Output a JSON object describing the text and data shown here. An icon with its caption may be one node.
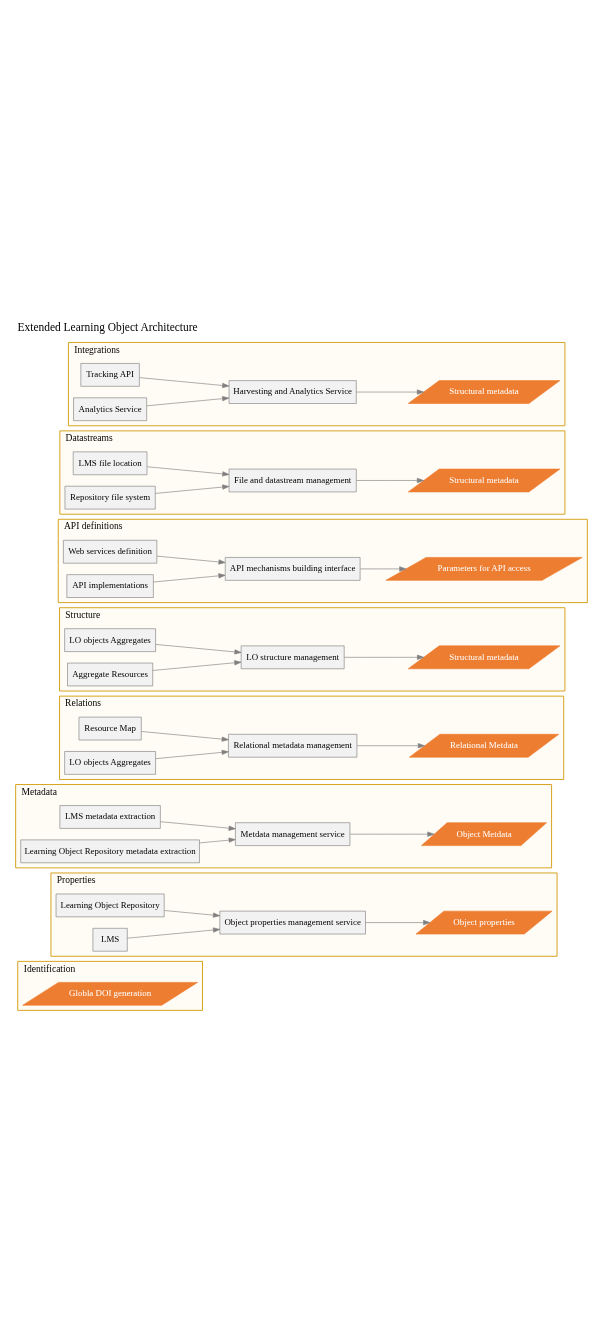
{
  "diagram": {
    "title": "Extended Learning Object Architecture",
    "nodes": [
      {
        "text": [
          "Identification"
        ]
      },
      {
        "text": [
          "Globla DOI generation"
        ],
        "in": 0
      },
      {
        "text": [
          "Properties"
        ]
      },
      {
        "text": [
          "Learning Object Repository"
        ],
        "in": 2
      },
      {
        "text": [
          "LMS"
        ],
        "in": 2
      },
      {
        "text": [
          "Object properties management service"
        ],
        "in": 2
      },
      {
        "text": [
          "Object properties"
        ],
        "in": 2
      },
      {
        "text": [
          "Metadata"
        ]
      },
      {
        "text": [
          "LMS metadata extraction"
        ],
        "in": 7
      },
      {
        "text": [
          "Learning Object Repository metadata extraction"
        ],
        "in": 7
      },
      {
        "text": [
          "Metdata management service"
        ],
        "in": 7
      },
      {
        "text": [
          "Object Metdata"
        ],
        "in": 7
      },
      {
        "text": [
          "Relations"
        ]
      },
      {
        "text": [
          "Resource Map"
        ],
        "in": 12
      },
      {
        "text": [
          "LO objects Aggregates"
        ],
        "in": 12
      },
      {
        "text": [
          "Relational metadata management"
        ],
        "in": 12
      },
      {
        "text": [
          "Relational Metdata"
        ],
        "in": 12
      },
      {
        "text": [
          "Structure"
        ]
      },
      {
        "text": [
          "LO objects Aggregates"
        ],
        "in": 17
      },
      {
        "text": [
          "Aggregate Resources"
        ],
        "in": 17
      },
      {
        "text": [
          "LO structure management"
        ],
        "in": 17
      },
      {
        "text": [
          "Structural metadata"
        ],
        "in": 17
      },
      {
        "text": [
          "API definitions"
        ]
      },
      {
        "text": [
          "Web services definition"
        ],
        "in": 22
      },
      {
        "text": [
          "API implementations"
        ],
        "in": 22
      },
      {
        "text": [
          "API mechanisms building interface"
        ],
        "in": 22
      },
      {
        "text": [
          "Parameters for API access"
        ],
        "in": 22
      },
      {
        "text": [
          "Datastreams"
        ]
      },
      {
        "text": [
          "LMS file location"
        ],
        "in": 27
      },
      {
        "text": [
          "Repository file system"
        ],
        "in": 27
      },
      {
        "text": [
          "File and datastream management"
        ],
        "in": 27
      },
      {
        "text": [
          "Structural metadata"
        ],
        "in": 27
      },
      {
        "text": [
          "Integrations"
        ]
      },
      {
        "text": [
          "Tracking API"
        ],
        "in": 32
      },
      {
        "text": [
          "Analytics Service"
        ],
        "in": 32
      },
      {
        "text": [
          "Harvesting and Analytics Service"
        ],
        "in": 32
      },
      {
        "text": [
          "Structural metadata"
        ],
        "in": 32
      }
    ],
    "edges": [
      {
        "from": 3,
        "to": 5,
        "arrow": "to"
      },
      {
        "from": 4,
        "to": 5,
        "arrow": "to"
      },
      {
        "from": 5,
        "to": 6,
        "arrow": "to"
      },
      {
        "from": 8,
        "to": 10,
        "arrow": "to"
      },
      {
        "from": 9,
        "to": 10,
        "arrow": "to"
      },
      {
        "from": 10,
        "to": 11,
        "arrow": "to"
      },
      {
        "from": 13,
        "to": 15,
        "arrow": "to"
      },
      {
        "from": 14,
        "to": 15,
        "arrow": "to"
      },
      {
        "from": 15,
        "to": 16,
        "arrow": "to"
      },
      {
        "from": 18,
        "to": 20,
        "arrow": "to"
      },
      {
        "from": 19,
        "to": 20,
        "arrow": "to"
      },
      {
        "from": 20,
        "to": 21,
        "arrow": "to"
      },
      {
        "from": 23,
        "to": 25,
        "arrow": "to"
      },
      {
        "from": 24,
        "to": 25,
        "arrow": "to"
      },
      {
        "from": 25,
        "to": 26,
        "arrow": "to"
      },
      {
        "from": 28,
        "to": 30,
        "arrow": "to"
      },
      {
        "from": 29,
        "to": 30,
        "arrow": "to"
      },
      {
        "from": 30,
        "to": 31,
        "arrow": "to"
      },
      {
        "from": 33,
        "to": 35,
        "arrow": "to"
      },
      {
        "from": 34,
        "to": 35,
        "arrow": "to"
      },
      {
        "from": 35,
        "to": 36,
        "arrow": "to"
      }
    ]
  }
}
